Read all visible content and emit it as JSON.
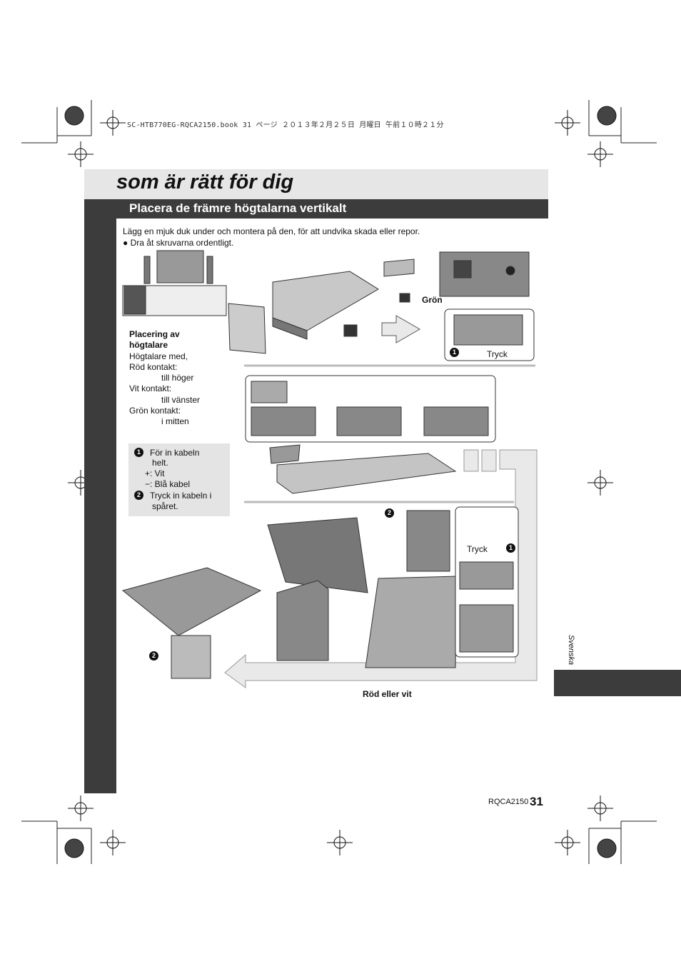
{
  "print_header": "SC-HTB770EG-RQCA2150.book  31 ページ  ２０１３年２月２５日  月曜日  午前１０時２１分",
  "page_title": "som är rätt för dig",
  "section_title": "Placera de främre högtalarna vertikalt",
  "intro": {
    "line1": "Lägg en mjuk duk under och montera på den, för att undvika skada eller repor.",
    "bullet": "Dra åt skruvarna ordentligt."
  },
  "placement": {
    "heading_line1": "Placering av",
    "heading_line2": "högtalare",
    "line1": "Högtalare med,",
    "red_label": "Röd kontakt:",
    "red_value": "till höger",
    "white_label": "Vit kontakt:",
    "white_value": "till vänster",
    "green_label": "Grön kontakt:",
    "green_value": "i mitten"
  },
  "notes": {
    "n1_badge": "1",
    "n1_line1": "För in kabeln",
    "n1_line2": "helt.",
    "plus_line": "+: Vit",
    "minus_line": "−: Blå kabel",
    "n2_badge": "2",
    "n2_line1": "Tryck in kabeln i",
    "n2_line2": "spåret."
  },
  "labels": {
    "gron": "Grön",
    "tryck_top": "Tryck",
    "tryck_mid": "Tryck",
    "rod_eller_vit": "Röd eller vit",
    "badge1": "1",
    "badge2": "2"
  },
  "side_language": "Svenska",
  "footer": {
    "code": "RQCA2150",
    "page_number": "31"
  },
  "colors": {
    "dark_band": "#3c3c3c",
    "light_band": "#e6e6e6",
    "note_box": "#e4e4e4",
    "arrow_fill": "#e9e9e9"
  }
}
